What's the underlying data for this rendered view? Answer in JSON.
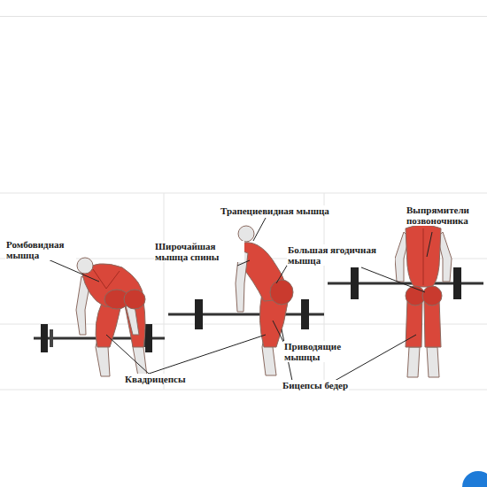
{
  "diagram": {
    "labels": [
      "Ромбовидная мышца",
      "Трапециевидная мышца",
      "Широчайшая мышца спины",
      "Выпрямители позвоночника",
      "Большая ягодичная мышца",
      "Приводящие мышцы",
      "Квадрицепсы",
      "Бицепсы бедер"
    ]
  }
}
